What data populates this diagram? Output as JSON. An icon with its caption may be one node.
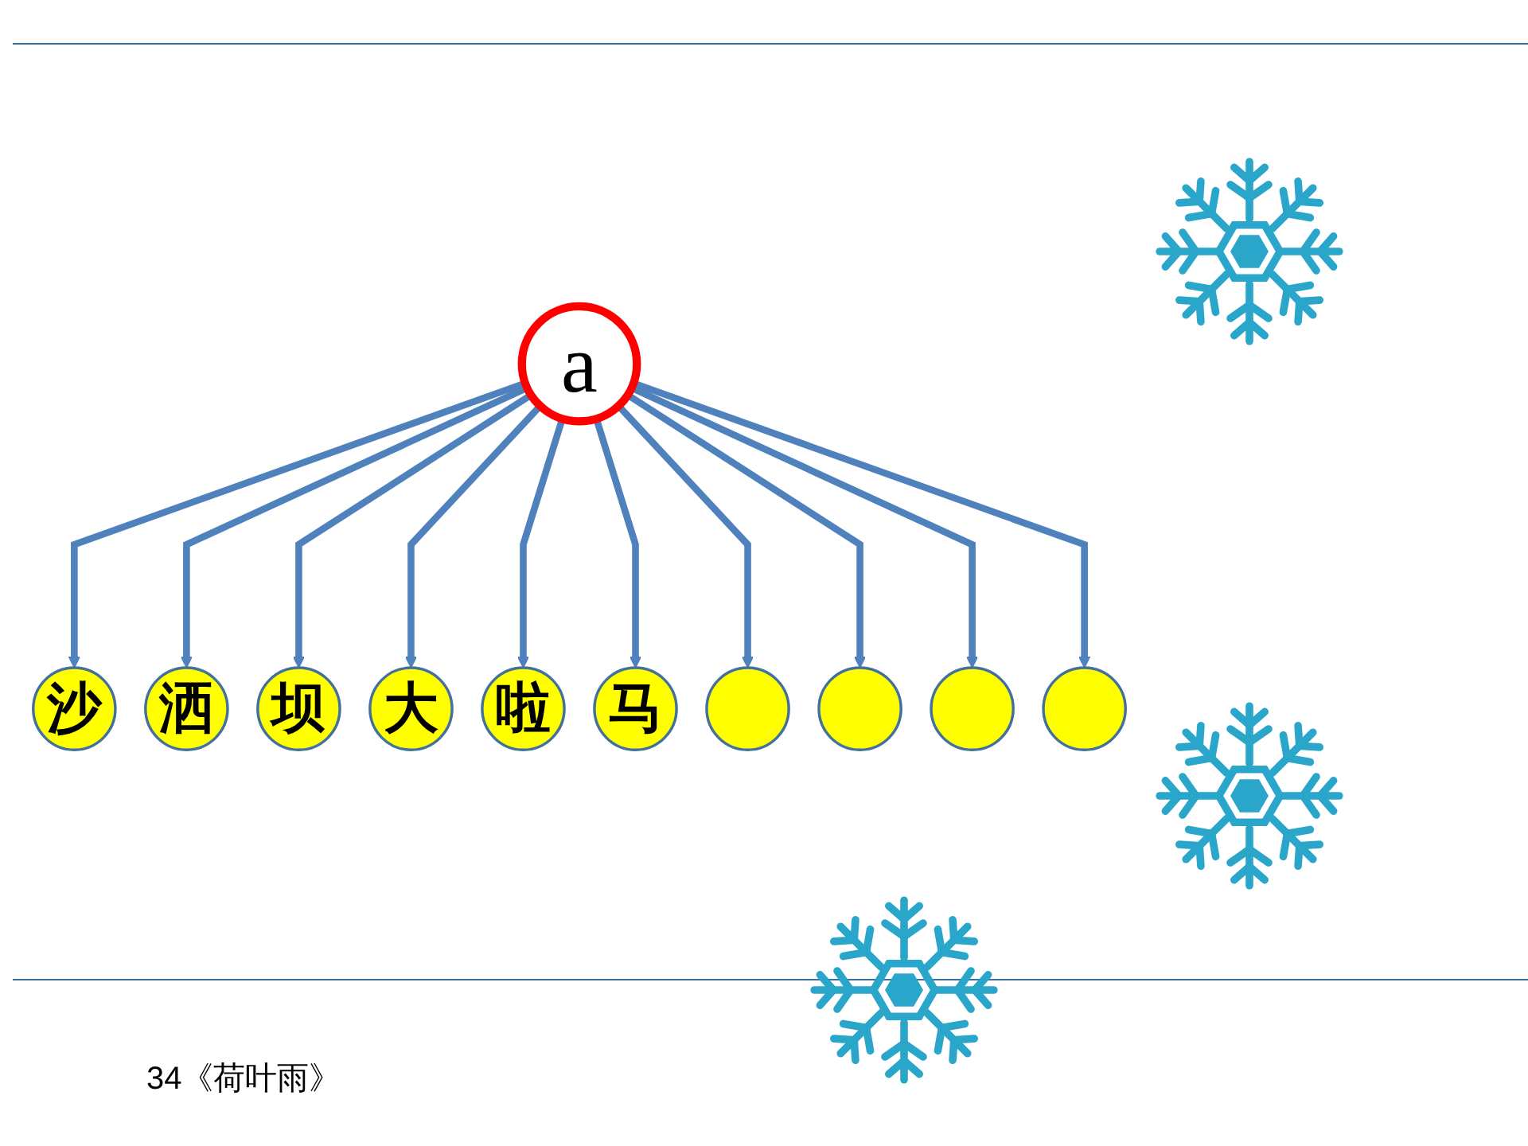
{
  "diagram": {
    "nodes": [
      {
        "text": [
          "a"
        ]
      },
      {
        "text": [
          "沙"
        ]
      },
      {
        "text": [
          "洒"
        ]
      },
      {
        "text": [
          "坝"
        ]
      },
      {
        "text": [
          "大"
        ]
      },
      {
        "text": [
          "啦"
        ]
      },
      {
        "text": [
          "马"
        ]
      },
      {
        "text": [],
        "shape": "circle"
      },
      {
        "text": [],
        "shape": "circle"
      },
      {
        "text": [],
        "shape": "circle"
      },
      {
        "text": [],
        "shape": "circle"
      }
    ],
    "edges": [
      {
        "from": 0,
        "to": 1,
        "arrow": "to"
      },
      {
        "from": 0,
        "to": 2,
        "arrow": "to"
      },
      {
        "from": 0,
        "to": 3,
        "arrow": "to"
      },
      {
        "from": 0,
        "to": 4,
        "arrow": "to"
      },
      {
        "from": 0,
        "to": 5,
        "arrow": "to"
      },
      {
        "from": 0,
        "to": 6,
        "arrow": "to"
      },
      {
        "from": 0,
        "to": 7,
        "arrow": "to"
      },
      {
        "from": 0,
        "to": 8,
        "arrow": "to"
      },
      {
        "from": 0,
        "to": 9,
        "arrow": "to"
      },
      {
        "from": 0,
        "to": 10,
        "arrow": "to"
      }
    ],
    "labels": [
      "34《荷叶雨》"
    ]
  }
}
